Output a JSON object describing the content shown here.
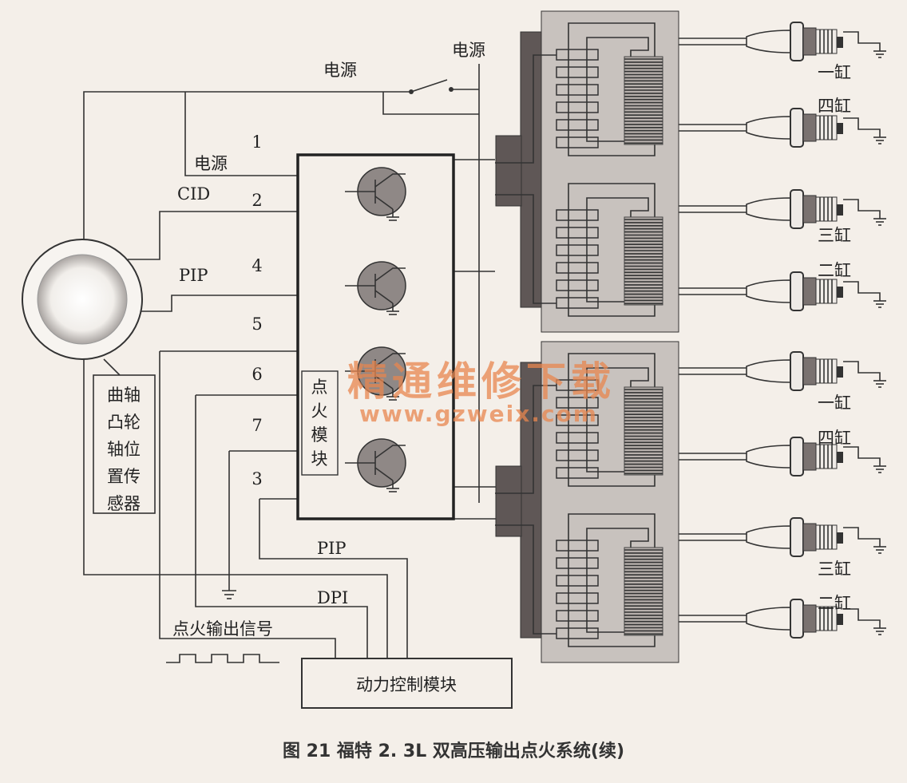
{
  "labels": {
    "power_top": "电源",
    "power_right": "电源",
    "power_left": "电源",
    "cid": "CID",
    "pip_left": "PIP",
    "pip_bottom": "PIP",
    "dpi": "DPI",
    "ignition_output_signal": "点火输出信号",
    "pcm": "动力控制模块"
  },
  "pins": [
    "1",
    "2",
    "4",
    "5",
    "6",
    "7",
    "3"
  ],
  "sensor_label": [
    "曲轴",
    "凸轮",
    "轴位",
    "置传",
    "感器"
  ],
  "module_label": [
    "点",
    "火",
    "模",
    "块"
  ],
  "cylinders": [
    "一缸",
    "四缸",
    "三缸",
    "二缸",
    "一缸",
    "四缸",
    "三缸",
    "二缸"
  ],
  "caption": "图 21    福特 2. 3L 双高压输出点火系统(续)",
  "watermark": {
    "title": "精通维修下载",
    "url": "www.gzweix.com"
  },
  "colors": {
    "coil_body": "#c8c2be",
    "core": "#6f6664",
    "slab": "#5f5756",
    "transistor": "#8f8886",
    "watermark": "#e8864f"
  }
}
